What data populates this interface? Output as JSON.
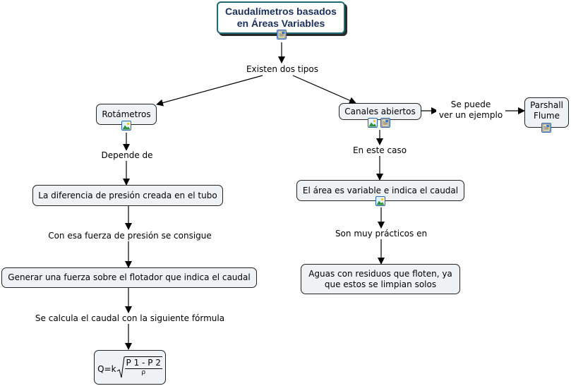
{
  "concept_map": {
    "root": {
      "label": "Caudalímetros basados\nen Áreas Variables",
      "resources": [
        "document-icon"
      ]
    },
    "nodes": {
      "rotametros": {
        "label": "Rotámetros",
        "resources": [
          "image-icon"
        ]
      },
      "canales": {
        "label": "Canales abiertos",
        "resources": [
          "image-icon",
          "document-icon"
        ]
      },
      "parshall": {
        "label": "Parshall\nFlume",
        "resources": [
          "document-icon"
        ]
      },
      "diferencia": {
        "label": "La diferencia de presión creada en el tubo"
      },
      "generar": {
        "label": "Generar una fuerza sobre el flotador que indica el caudal"
      },
      "formula": {
        "label": "Q=k",
        "numerator": "P 1 - P 2",
        "denominator": "ρ"
      },
      "area": {
        "label": "El área es variable e indica el caudal",
        "resources": [
          "image-icon"
        ]
      },
      "aguas": {
        "label": "Aguas con residuos que floten, ya\nque estos se limpian solos"
      }
    },
    "linking_phrases": {
      "existen": "Existen dos tipos",
      "depende": "Depende de",
      "con_esa": "Con esa fuerza de presión se consigue",
      "se_calcula": "Se calcula el caudal con la siguiente fórmula",
      "se_puede": "Se puede\nver un ejemplo",
      "en_este": "En este caso",
      "son_muy": "Son muy prácticos en"
    },
    "colors": {
      "root_border": "#1e6a76",
      "root_text": "#1b2f5c",
      "node_fill": "#eef2f4",
      "icon_border": "#2d67b0"
    }
  }
}
